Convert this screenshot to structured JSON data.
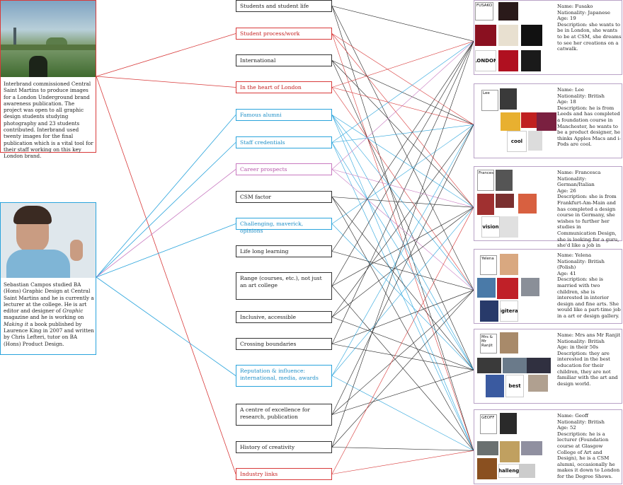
{
  "sources": {
    "interbrand": {
      "text": "Interbrand commissioned Central Saint Martins to produce images for a London Underground brand awareness publication. The project was open to all graphic design students studying photography and 23 students contributed. Interbrand used twenty images for the final publication which is a vital tool for their staff working on this key London brand.",
      "border_color": "#d83a3a"
    },
    "sebastian": {
      "text_a": "Sebastian Campos studied BA (Hons) Graphic Design at Central Saint Martins and he is currently a lecturer at the college. He is art editor and designer of ",
      "text_em": "Graphic",
      "text_b": " magazine and he is working on ",
      "text_em2": "Making it",
      "text_c": " a book published by Laurence King in 2007 and written by Chris Lefteri, tutor on BA (Hons) Product Design.",
      "border_color": "#2aa4dc"
    }
  },
  "nodes": [
    {
      "label": "Students and student life",
      "color": "black"
    },
    {
      "label": "Student process/work",
      "color": "red"
    },
    {
      "label": "International",
      "color": "black"
    },
    {
      "label": "In the heart of London",
      "color": "red"
    },
    {
      "label": "Famous alumni",
      "color": "blue"
    },
    {
      "label": "Staff credentials",
      "color": "blue"
    },
    {
      "label": "Career prospects",
      "color": "pink"
    },
    {
      "label": "CSM factor",
      "color": "black"
    },
    {
      "label": "Challenging, maverick, opinions",
      "color": "blue"
    },
    {
      "label": "Life long learning",
      "color": "black"
    },
    {
      "label": "Range (courses, etc.), not just an art college",
      "color": "black"
    },
    {
      "label": "Inclusive, accessible",
      "color": "black"
    },
    {
      "label": "Crossing boundaries",
      "color": "black"
    },
    {
      "label": "Reputation & influence: international, media, awards",
      "color": "blue"
    },
    {
      "label": "A centre of excellence for research, publication",
      "color": "black"
    },
    {
      "label": "History of creativity",
      "color": "black"
    },
    {
      "label": "Industry links",
      "color": "red"
    }
  ],
  "personas": [
    {
      "name": "Name: Fusako",
      "nationality": "Nationality: Japanese",
      "age": "Age: 19",
      "description": "Description: she wants to be in London, she wants to be at CSM, she dreams to see her creations on a catwalk.",
      "thumbs": [
        "FUSAKO",
        "",
        "",
        "",
        "",
        "LONDON",
        "",
        ""
      ]
    },
    {
      "name": "Name: Lee",
      "nationality": "Nationality: British",
      "age": "Age: 18",
      "description": "Description: he is from Leeds and has completed a foundation course in Manchester, he wants to be a product designer, he thinks Apples Macs and i-Pods are cool.",
      "thumbs": [
        "Lee",
        "",
        "",
        "",
        "",
        "cool",
        ""
      ]
    },
    {
      "name": "Name: Francesca",
      "nationality": "Nationality: German/Italian",
      "age": "Age: 26",
      "description": "Description: she is from Frankfurt-Am-Main and has completed a design course in Germany, she wishes to further her studies in Communication Design, she is looking for a guru, she'd like a job in London.",
      "thumbs": [
        "Francesca",
        "",
        "",
        "",
        "",
        "vision",
        ""
      ]
    },
    {
      "name": "Name: Yelena",
      "nationality": "Nationality: British (Polish)",
      "age": "Age: 41",
      "description": "Description: she is married with two children, she is interested in interior design and fine arts. She would like a part-time job in a art or design gallery.",
      "thumbs": [
        "Yelena",
        "",
        "",
        "",
        "",
        "",
        "digiterati"
      ]
    },
    {
      "name": "Name: Mrs ans Mr Ranjit",
      "nationality": "Nationality: British",
      "age": "Age: in their 50s",
      "description": "Description: they are interested in the best education for their children, they are not familiar with the art and design world.",
      "thumbs": [
        "Mrs & Mr Ranjit",
        "",
        "",
        "",
        "",
        "",
        "best",
        ""
      ]
    },
    {
      "name": "Name: Geoff",
      "nationality": "Nationality: British",
      "age": "Age: 52",
      "description": "Description: he is a lecturer (Foundation course at Glasgow College of Art and Design), he is a CSM alumni, occasionally he makes it down to London for the Degree Shows.",
      "thumbs": [
        "GEOFF",
        "",
        "",
        "",
        "",
        "",
        "challenge",
        ""
      ]
    }
  ],
  "colors": {
    "red": "#d83a3a",
    "blue": "#2aa4dc",
    "pink": "#c87ac0",
    "black": "#222222",
    "persona_border": "#b9a2c6"
  }
}
